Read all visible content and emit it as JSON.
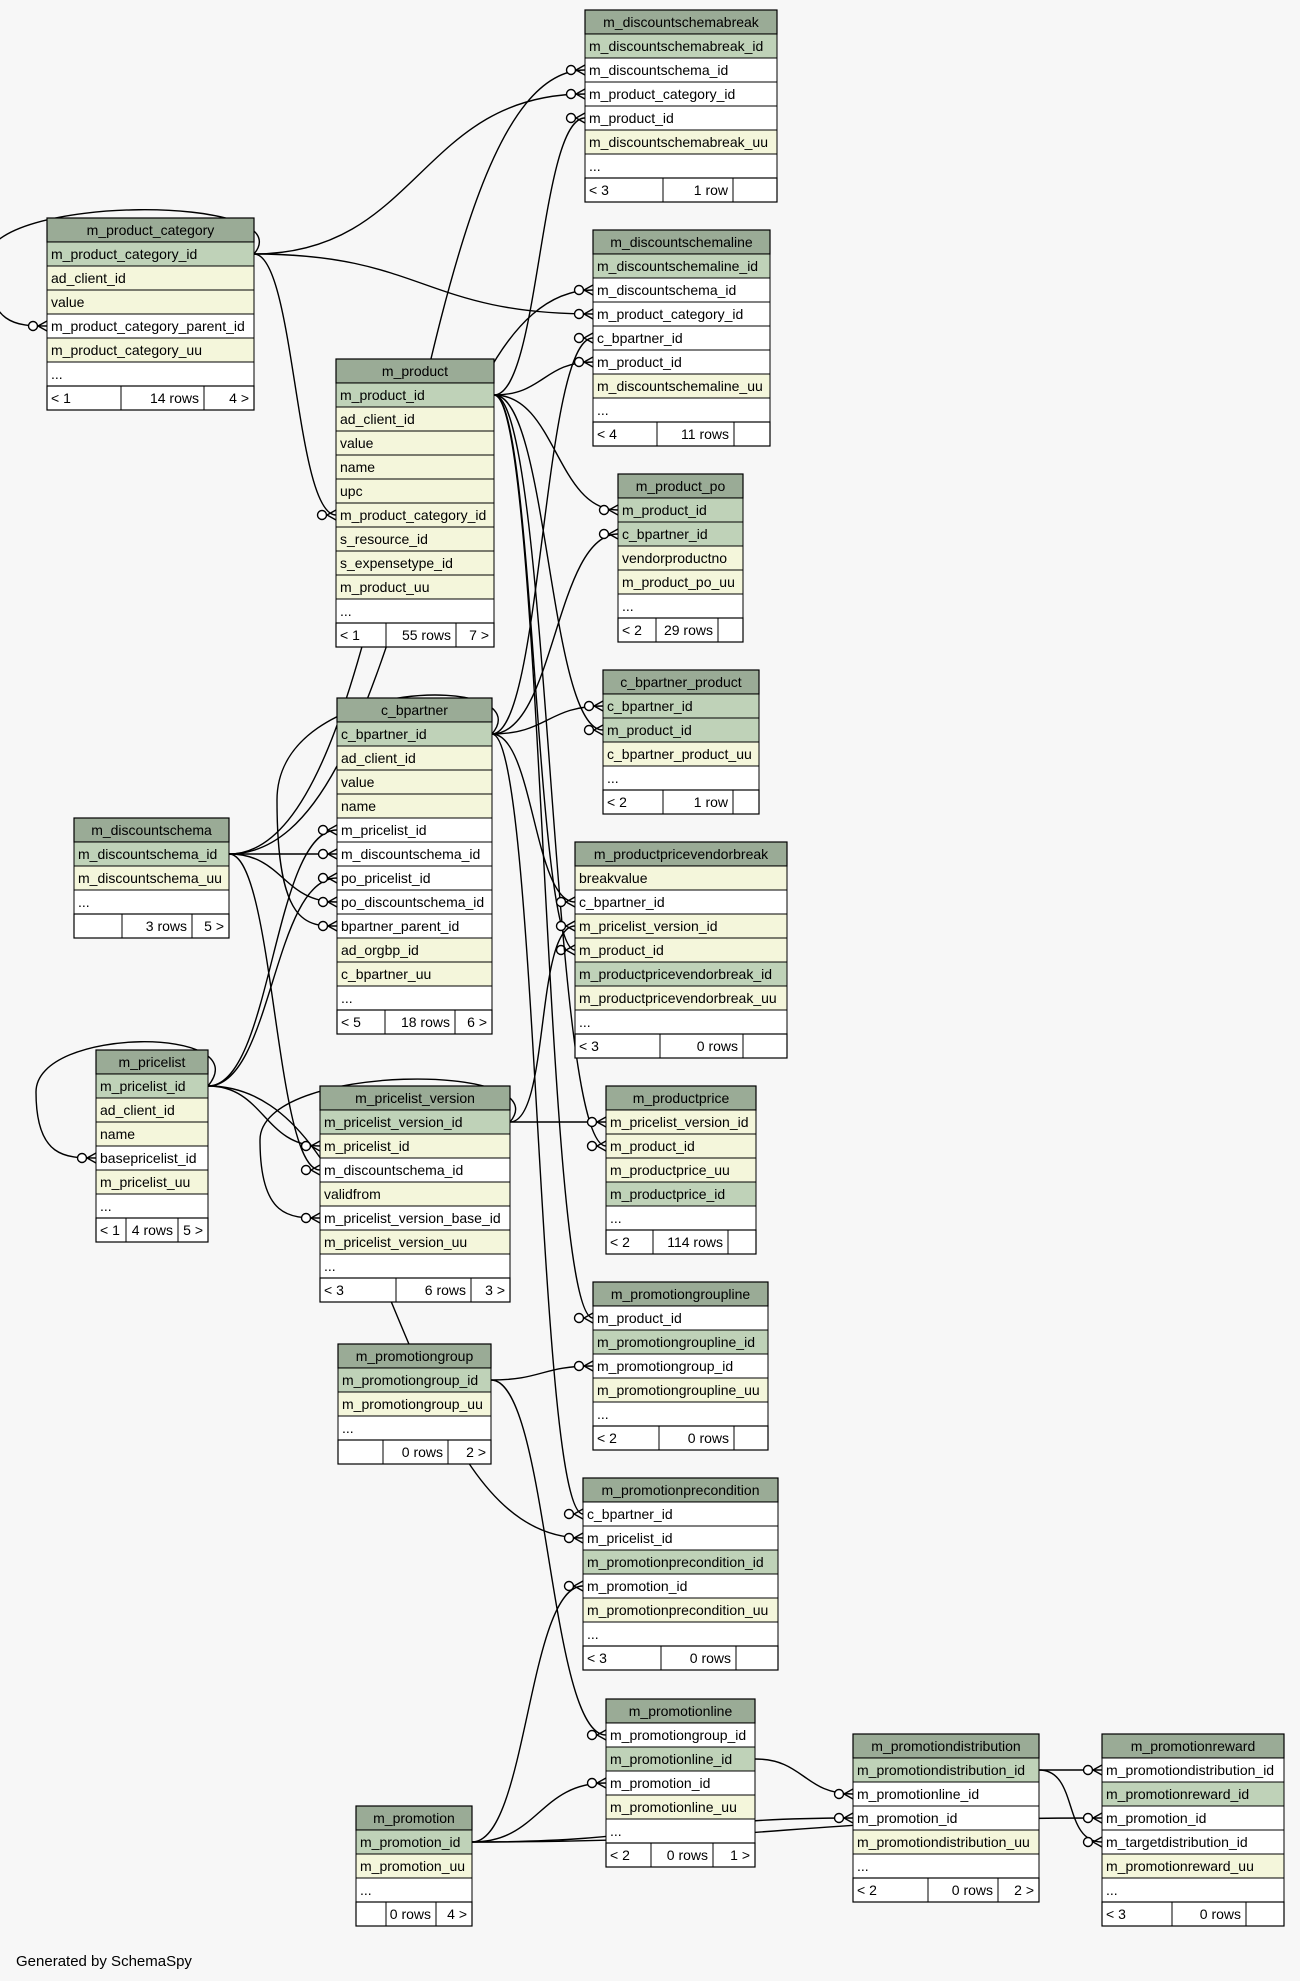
{
  "footer": "Generated by SchemaSpy",
  "colors": {
    "background": "#f7f7f7",
    "header": "#9aab96",
    "key": "#bfd2b8",
    "column": "#f4f6db",
    "foreign": "#ffffff",
    "border": "#000000"
  },
  "tables": [
    {
      "name": "m_discountschemabreak",
      "columns": [
        [
          "m_discountschemabreak_id",
          "key"
        ],
        [
          "m_discountschema_id",
          "foreign"
        ],
        [
          "m_product_category_id",
          "foreign"
        ],
        [
          "m_product_id",
          "foreign"
        ],
        [
          "m_discountschemabreak_uu",
          "column"
        ],
        [
          "...",
          "foreign"
        ]
      ],
      "footer": [
        "< 3",
        "1 row",
        ""
      ]
    },
    {
      "name": "m_product_category",
      "columns": [
        [
          "m_product_category_id",
          "key"
        ],
        [
          "ad_client_id",
          "column"
        ],
        [
          "value",
          "column"
        ],
        [
          "m_product_category_parent_id",
          "foreign"
        ],
        [
          "m_product_category_uu",
          "column"
        ],
        [
          "...",
          "foreign"
        ]
      ],
      "footer": [
        "< 1",
        "14 rows",
        "4 >"
      ]
    },
    {
      "name": "m_discountschemaline",
      "columns": [
        [
          "m_discountschemaline_id",
          "key"
        ],
        [
          "m_discountschema_id",
          "foreign"
        ],
        [
          "m_product_category_id",
          "foreign"
        ],
        [
          "c_bpartner_id",
          "foreign"
        ],
        [
          "m_product_id",
          "foreign"
        ],
        [
          "m_discountschemaline_uu",
          "column"
        ],
        [
          "...",
          "foreign"
        ]
      ],
      "footer": [
        "< 4",
        "11 rows",
        ""
      ]
    },
    {
      "name": "m_product",
      "columns": [
        [
          "m_product_id",
          "key"
        ],
        [
          "ad_client_id",
          "column"
        ],
        [
          "value",
          "column"
        ],
        [
          "name",
          "column"
        ],
        [
          "upc",
          "column"
        ],
        [
          "m_product_category_id",
          "column"
        ],
        [
          "s_resource_id",
          "column"
        ],
        [
          "s_expensetype_id",
          "column"
        ],
        [
          "m_product_uu",
          "column"
        ],
        [
          "...",
          "foreign"
        ]
      ],
      "footer": [
        "< 1",
        "55 rows",
        "7 >"
      ]
    },
    {
      "name": "m_product_po",
      "columns": [
        [
          "m_product_id",
          "key"
        ],
        [
          "c_bpartner_id",
          "key"
        ],
        [
          "vendorproductno",
          "column"
        ],
        [
          "m_product_po_uu",
          "column"
        ],
        [
          "...",
          "foreign"
        ]
      ],
      "footer": [
        "< 2",
        "29 rows",
        ""
      ]
    },
    {
      "name": "c_bpartner_product",
      "columns": [
        [
          "c_bpartner_id",
          "key"
        ],
        [
          "m_product_id",
          "key"
        ],
        [
          "c_bpartner_product_uu",
          "column"
        ],
        [
          "...",
          "foreign"
        ]
      ],
      "footer": [
        "< 2",
        "1 row",
        ""
      ]
    },
    {
      "name": "c_bpartner",
      "columns": [
        [
          "c_bpartner_id",
          "key"
        ],
        [
          "ad_client_id",
          "column"
        ],
        [
          "value",
          "column"
        ],
        [
          "name",
          "column"
        ],
        [
          "m_pricelist_id",
          "foreign"
        ],
        [
          "m_discountschema_id",
          "foreign"
        ],
        [
          "po_pricelist_id",
          "foreign"
        ],
        [
          "po_discountschema_id",
          "foreign"
        ],
        [
          "bpartner_parent_id",
          "foreign"
        ],
        [
          "ad_orgbp_id",
          "column"
        ],
        [
          "c_bpartner_uu",
          "column"
        ],
        [
          "...",
          "foreign"
        ]
      ],
      "footer": [
        "< 5",
        "18 rows",
        "6 >"
      ]
    },
    {
      "name": "m_discountschema",
      "columns": [
        [
          "m_discountschema_id",
          "key"
        ],
        [
          "m_discountschema_uu",
          "column"
        ],
        [
          "...",
          "foreign"
        ]
      ],
      "footer": [
        "",
        "3 rows",
        "5 >"
      ]
    },
    {
      "name": "m_productpricevendorbreak",
      "columns": [
        [
          "breakvalue",
          "column"
        ],
        [
          "c_bpartner_id",
          "foreign"
        ],
        [
          "m_pricelist_version_id",
          "column"
        ],
        [
          "m_product_id",
          "column"
        ],
        [
          "m_productpricevendorbreak_id",
          "key"
        ],
        [
          "m_productpricevendorbreak_uu",
          "column"
        ],
        [
          "...",
          "foreign"
        ]
      ],
      "footer": [
        "< 3",
        "0 rows",
        ""
      ]
    },
    {
      "name": "m_pricelist",
      "columns": [
        [
          "m_pricelist_id",
          "key"
        ],
        [
          "ad_client_id",
          "column"
        ],
        [
          "name",
          "column"
        ],
        [
          "basepricelist_id",
          "foreign"
        ],
        [
          "m_pricelist_uu",
          "column"
        ],
        [
          "...",
          "foreign"
        ]
      ],
      "footer": [
        "< 1",
        "4 rows",
        "5 >"
      ]
    },
    {
      "name": "m_pricelist_version",
      "columns": [
        [
          "m_pricelist_version_id",
          "key"
        ],
        [
          "m_pricelist_id",
          "column"
        ],
        [
          "m_discountschema_id",
          "foreign"
        ],
        [
          "validfrom",
          "column"
        ],
        [
          "m_pricelist_version_base_id",
          "foreign"
        ],
        [
          "m_pricelist_version_uu",
          "column"
        ],
        [
          "...",
          "foreign"
        ]
      ],
      "footer": [
        "< 3",
        "6 rows",
        "3 >"
      ]
    },
    {
      "name": "m_productprice",
      "columns": [
        [
          "m_pricelist_version_id",
          "column"
        ],
        [
          "m_product_id",
          "column"
        ],
        [
          "m_productprice_uu",
          "column"
        ],
        [
          "m_productprice_id",
          "key"
        ],
        [
          "...",
          "foreign"
        ]
      ],
      "footer": [
        "< 2",
        "114 rows",
        ""
      ]
    },
    {
      "name": "m_promotiongroupline",
      "columns": [
        [
          "m_product_id",
          "foreign"
        ],
        [
          "m_promotiongroupline_id",
          "key"
        ],
        [
          "m_promotiongroup_id",
          "foreign"
        ],
        [
          "m_promotiongroupline_uu",
          "column"
        ],
        [
          "...",
          "foreign"
        ]
      ],
      "footer": [
        "< 2",
        "0 rows",
        ""
      ]
    },
    {
      "name": "m_promotiongroup",
      "columns": [
        [
          "m_promotiongroup_id",
          "key"
        ],
        [
          "m_promotiongroup_uu",
          "column"
        ],
        [
          "...",
          "foreign"
        ]
      ],
      "footer": [
        "",
        "0 rows",
        "2 >"
      ]
    },
    {
      "name": "m_promotionprecondition",
      "columns": [
        [
          "c_bpartner_id",
          "foreign"
        ],
        [
          "m_pricelist_id",
          "foreign"
        ],
        [
          "m_promotionprecondition_id",
          "key"
        ],
        [
          "m_promotion_id",
          "foreign"
        ],
        [
          "m_promotionprecondition_uu",
          "column"
        ],
        [
          "...",
          "foreign"
        ]
      ],
      "footer": [
        "< 3",
        "0 rows",
        ""
      ]
    },
    {
      "name": "m_promotionline",
      "columns": [
        [
          "m_promotiongroup_id",
          "foreign"
        ],
        [
          "m_promotionline_id",
          "key"
        ],
        [
          "m_promotion_id",
          "foreign"
        ],
        [
          "m_promotionline_uu",
          "column"
        ],
        [
          "...",
          "foreign"
        ]
      ],
      "footer": [
        "< 2",
        "0 rows",
        "1 >"
      ]
    },
    {
      "name": "m_promotiondistribution",
      "columns": [
        [
          "m_promotiondistribution_id",
          "key"
        ],
        [
          "m_promotionline_id",
          "foreign"
        ],
        [
          "m_promotion_id",
          "foreign"
        ],
        [
          "m_promotiondistribution_uu",
          "column"
        ],
        [
          "...",
          "foreign"
        ]
      ],
      "footer": [
        "< 2",
        "0 rows",
        "2 >"
      ]
    },
    {
      "name": "m_promotionreward",
      "columns": [
        [
          "m_promotiondistribution_id",
          "foreign"
        ],
        [
          "m_promotionreward_id",
          "key"
        ],
        [
          "m_promotion_id",
          "foreign"
        ],
        [
          "m_targetdistribution_id",
          "foreign"
        ],
        [
          "m_promotionreward_uu",
          "column"
        ],
        [
          "...",
          "foreign"
        ]
      ],
      "footer": [
        "< 3",
        "0 rows",
        ""
      ]
    },
    {
      "name": "m_promotion",
      "columns": [
        [
          "m_promotion_id",
          "key"
        ],
        [
          "m_promotion_uu",
          "column"
        ],
        [
          "...",
          "foreign"
        ]
      ],
      "footer": [
        "",
        "0 rows",
        "4 >"
      ]
    }
  ],
  "relationships": [
    {
      "from": "m_product_category.m_product_category_id",
      "to": "m_product_category.m_product_category_parent_id"
    },
    {
      "from": "m_product_category.m_product_category_id",
      "to": "m_discountschemabreak.m_product_category_id"
    },
    {
      "from": "m_product_category.m_product_category_id",
      "to": "m_discountschemaline.m_product_category_id"
    },
    {
      "from": "m_product_category.m_product_category_id",
      "to": "m_product.m_product_category_id"
    },
    {
      "from": "m_discountschema.m_discountschema_id",
      "to": "m_discountschemabreak.m_discountschema_id"
    },
    {
      "from": "m_discountschema.m_discountschema_id",
      "to": "m_discountschemaline.m_discountschema_id"
    },
    {
      "from": "m_discountschema.m_discountschema_id",
      "to": "c_bpartner.m_discountschema_id"
    },
    {
      "from": "m_discountschema.m_discountschema_id",
      "to": "c_bpartner.po_discountschema_id"
    },
    {
      "from": "m_discountschema.m_discountschema_id",
      "to": "m_pricelist_version.m_discountschema_id"
    },
    {
      "from": "m_product.m_product_id",
      "to": "m_discountschemabreak.m_product_id"
    },
    {
      "from": "m_product.m_product_id",
      "to": "m_discountschemaline.m_product_id"
    },
    {
      "from": "m_product.m_product_id",
      "to": "m_product_po.m_product_id"
    },
    {
      "from": "m_product.m_product_id",
      "to": "c_bpartner_product.m_product_id"
    },
    {
      "from": "m_product.m_product_id",
      "to": "m_productpricevendorbreak.m_product_id"
    },
    {
      "from": "m_product.m_product_id",
      "to": "m_productprice.m_product_id"
    },
    {
      "from": "m_product.m_product_id",
      "to": "m_promotiongroupline.m_product_id"
    },
    {
      "from": "c_bpartner.c_bpartner_id",
      "to": "m_discountschemaline.c_bpartner_id"
    },
    {
      "from": "c_bpartner.c_bpartner_id",
      "to": "m_product_po.c_bpartner_id"
    },
    {
      "from": "c_bpartner.c_bpartner_id",
      "to": "c_bpartner_product.c_bpartner_id"
    },
    {
      "from": "c_bpartner.c_bpartner_id",
      "to": "m_productpricevendorbreak.c_bpartner_id"
    },
    {
      "from": "c_bpartner.c_bpartner_id",
      "to": "c_bpartner.bpartner_parent_id"
    },
    {
      "from": "c_bpartner.c_bpartner_id",
      "to": "m_promotionprecondition.c_bpartner_id"
    },
    {
      "from": "m_pricelist.m_pricelist_id",
      "to": "m_pricelist.basepricelist_id"
    },
    {
      "from": "m_pricelist.m_pricelist_id",
      "to": "c_bpartner.m_pricelist_id"
    },
    {
      "from": "m_pricelist.m_pricelist_id",
      "to": "c_bpartner.po_pricelist_id"
    },
    {
      "from": "m_pricelist.m_pricelist_id",
      "to": "m_pricelist_version.m_pricelist_id"
    },
    {
      "from": "m_pricelist.m_pricelist_id",
      "to": "m_promotionprecondition.m_pricelist_id"
    },
    {
      "from": "m_pricelist_version.m_pricelist_version_id",
      "to": "m_pricelist_version.m_pricelist_version_base_id"
    },
    {
      "from": "m_pricelist_version.m_pricelist_version_id",
      "to": "m_productprice.m_pricelist_version_id"
    },
    {
      "from": "m_pricelist_version.m_pricelist_version_id",
      "to": "m_productpricevendorbreak.m_pricelist_version_id"
    },
    {
      "from": "m_promotiongroup.m_promotiongroup_id",
      "to": "m_promotiongroupline.m_promotiongroup_id"
    },
    {
      "from": "m_promotiongroup.m_promotiongroup_id",
      "to": "m_promotionline.m_promotiongroup_id"
    },
    {
      "from": "m_promotion.m_promotion_id",
      "to": "m_promotionprecondition.m_promotion_id"
    },
    {
      "from": "m_promotion.m_promotion_id",
      "to": "m_promotionline.m_promotion_id"
    },
    {
      "from": "m_promotion.m_promotion_id",
      "to": "m_promotiondistribution.m_promotion_id"
    },
    {
      "from": "m_promotion.m_promotion_id",
      "to": "m_promotionreward.m_promotion_id"
    },
    {
      "from": "m_promotionline.m_promotionline_id",
      "to": "m_promotiondistribution.m_promotionline_id"
    },
    {
      "from": "m_promotiondistribution.m_promotiondistribution_id",
      "to": "m_promotionreward.m_promotiondistribution_id"
    },
    {
      "from": "m_promotiondistribution.m_promotiondistribution_id",
      "to": "m_promotionreward.m_targetdistribution_id"
    }
  ]
}
